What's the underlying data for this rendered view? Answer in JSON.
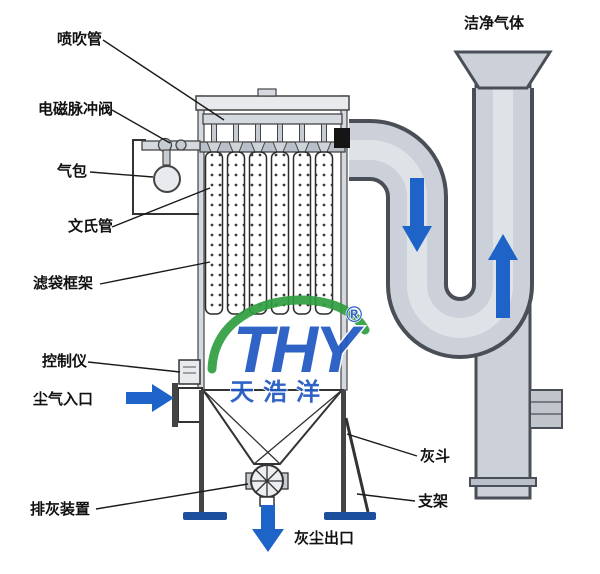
{
  "labels": {
    "blow_pipe": "喷吹管",
    "pulse_valve": "电磁脉冲阀",
    "air_bag": "气包",
    "venturi": "文氏管",
    "bag_cage": "滤袋框架",
    "controller": "控制仪",
    "dust_inlet": "尘气入口",
    "ash_discharge": "排灰装置",
    "ash_hopper": "灰斗",
    "support": "支架",
    "dust_outlet": "灰尘出口",
    "clean_gas": "洁净气体"
  },
  "watermark": {
    "logo": "THY",
    "reg": "®",
    "name": "天浩洋"
  },
  "colors": {
    "arrow": "#1e63c8",
    "foot": "#1d4f9f",
    "logo_blue": "#1f56c2",
    "logo_green": "#2f9e3f",
    "duct": "#ccd1d9"
  }
}
